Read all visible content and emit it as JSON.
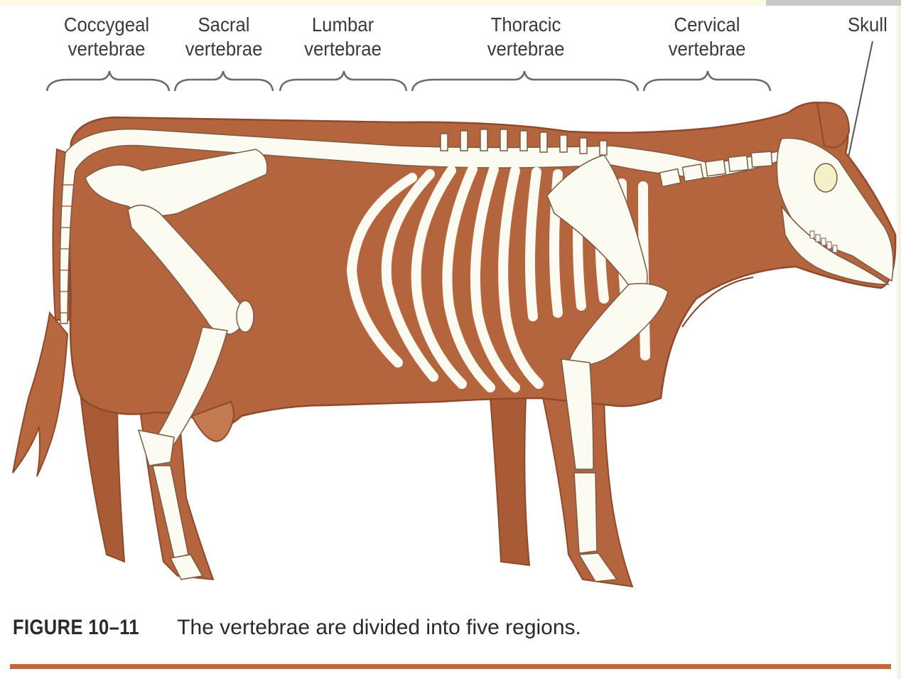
{
  "regions": [
    {
      "line1": "Coccygeal",
      "line2": "vertebrae"
    },
    {
      "line1": "Sacral",
      "line2": "vertebrae"
    },
    {
      "line1": "Lumbar",
      "line2": "vertebrae"
    },
    {
      "line1": "Thoracic",
      "line2": "vertebrae"
    },
    {
      "line1": "Cervical",
      "line2": "vertebrae"
    }
  ],
  "skull_label": "Skull",
  "caption": {
    "figure_number": "FIGURE 10–11",
    "text": "The vertebrae are divided into five regions."
  },
  "colors": {
    "body": "#b5653e",
    "body_dark": "#8e4a2b",
    "bone": "#fbfbf1",
    "rule": "#c06a3b"
  }
}
